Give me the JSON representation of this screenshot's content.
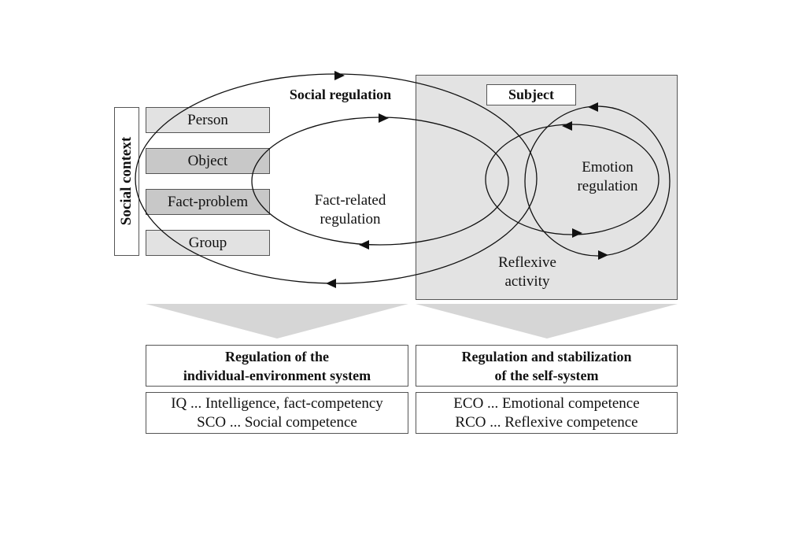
{
  "social_context": "Social context",
  "context_items": [
    "Person",
    "Object",
    "Fact-problem",
    "Group"
  ],
  "social_regulation": "Social regulation",
  "fact_regulation": [
    "Fact-related",
    "regulation"
  ],
  "subject": "Subject",
  "emotion_regulation": [
    "Emotion",
    "regulation"
  ],
  "reflexive_activity": [
    "Reflexive",
    "activity"
  ],
  "left_system": {
    "title": [
      "Regulation of the",
      "individual-environment system"
    ],
    "competences": [
      "IQ ... Intelligence, fact-competency",
      "SCO ... Social competence"
    ]
  },
  "right_system": {
    "title": [
      "Regulation and stabilization",
      "of the self-system"
    ],
    "competences": [
      "ECO ... Emotional competence",
      "RCO ... Reflexive competence"
    ]
  },
  "colors": {
    "subject_panel": "#e3e3e3",
    "light_box": "#e2e2e2",
    "dark_box": "#c8c8c8",
    "funnel": "#d6d6d6"
  }
}
